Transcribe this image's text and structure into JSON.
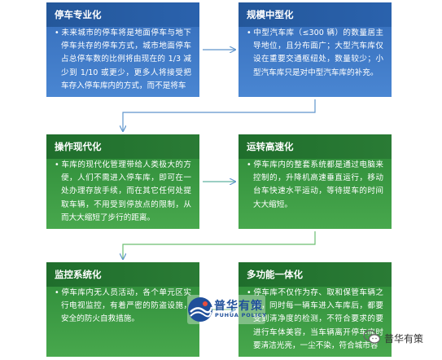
{
  "cards": [
    {
      "title": "停车专业化",
      "text": "未来城市的停车将是地面停车与地下停车共存的停车方式，城市地面停车占总停车数的比例将由现在的 1/3 减少到 1/10 或更少，更多人将接受把车存入停车库内的方式，而不是将车"
    },
    {
      "title": "规模中型化",
      "text": "中型汽车库（≤300 辆）的数量居主导地位，且分布面广；大型汽车库仅设在重要交通枢纽处，数量较少；小型汽车库只是对中型汽车库的补充。"
    },
    {
      "title": "操作现代化",
      "text": "车库的现代化管理带给人类极大的方便，人们不需进入停车库，即可在一处办理存放手续，而在其它任何处提取车辆，不用受到停放点的限制，从而大大缩短了步行的距离。"
    },
    {
      "title": "运转高速化",
      "text": "停车库内的整套系统都是通过电脑来控制的，升降机高速垂直运行，移动台车快速水平运动，等待提车的时间大大缩短。"
    },
    {
      "title": "监控系统化",
      "text": "停车库内无人员活动，各个单元区实行电视监控，有着严密的防盗设施，安全的防火自救措施。"
    },
    {
      "title": "多功能一体化",
      "text": "停车库不仅作为存、取和保管车辆之用，同时每一辆车进入车库后，都要受到清净度的检测，不符合要求的要进行车体美容，当车辆离开停车库时要清洁光亮，一尘不染，符合城市容"
    }
  ],
  "logo": {
    "cn": "普华有策",
    "en": "PUHUA POLICY"
  },
  "watermark": {
    "text": "普华有策"
  },
  "colors": {
    "blue_head": "#2a5ea6",
    "blue_body": "#4482cf",
    "green_head": "#257431",
    "green_body": "#3f9f46",
    "arrow": "#5f95cc"
  }
}
